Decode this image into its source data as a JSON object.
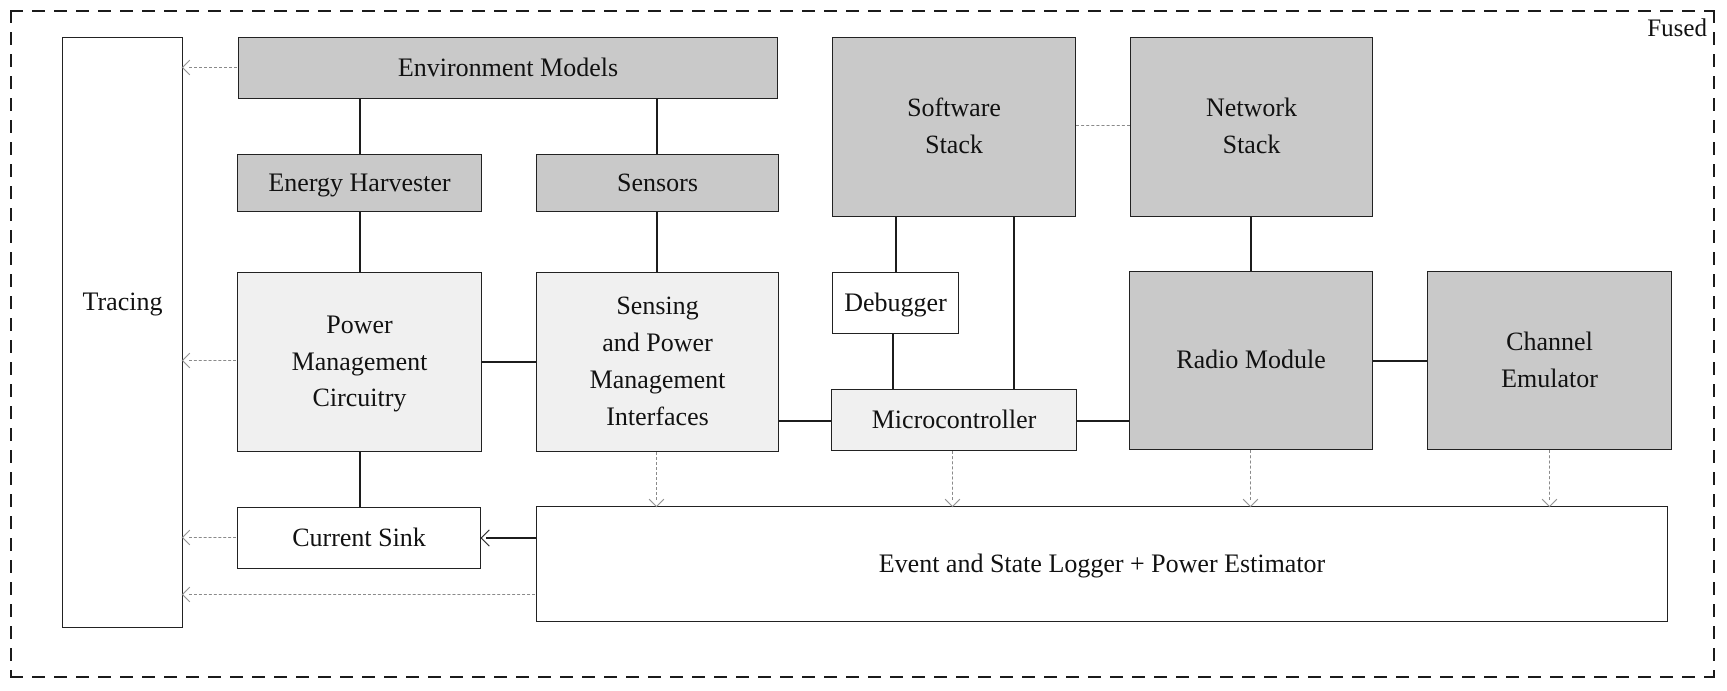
{
  "diagram": {
    "outer_label": "Fused",
    "nodes": {
      "tracing": {
        "label": "Tracing"
      },
      "environment_models": {
        "label": "Environment Models"
      },
      "energy_harvester": {
        "label": "Energy Harvester"
      },
      "sensors": {
        "label": "Sensors"
      },
      "software_stack": {
        "label": "Software\nStack"
      },
      "network_stack": {
        "label": "Network\nStack"
      },
      "power_management_circuitry": {
        "label": "Power\nManagement\nCircuitry"
      },
      "sensing_power_management_interfaces": {
        "label": "Sensing\nand Power\nManagement\nInterfaces"
      },
      "debugger": {
        "label": "Debugger"
      },
      "microcontroller": {
        "label": "Microcontroller"
      },
      "radio_module": {
        "label": "Radio Module"
      },
      "channel_emulator": {
        "label": "Channel\nEmulator"
      },
      "current_sink": {
        "label": "Current Sink"
      },
      "event_state_logger": {
        "label": "Event and State Logger + Power Estimator"
      }
    },
    "colors": {
      "model_fill": "#c9c9c9",
      "interface_fill": "#f0f0f0",
      "tool_fill": "#ffffff",
      "box_border": "#222222",
      "link": "#1c1c1c",
      "dashed_link": "#8a8a8a",
      "text": "#111111",
      "outer_border": "#1b1b1b",
      "background": "#ffffff"
    }
  }
}
